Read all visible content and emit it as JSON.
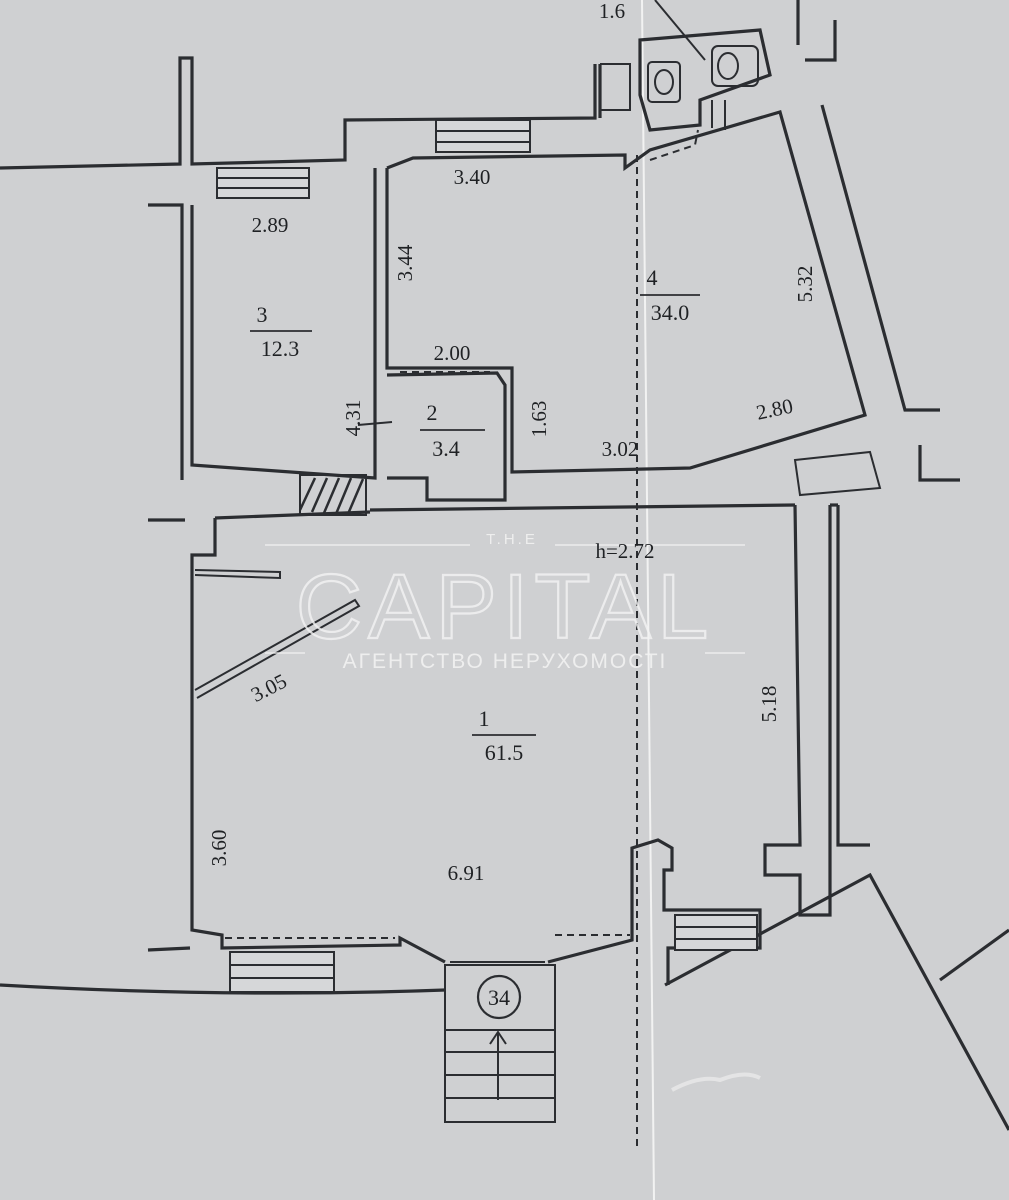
{
  "plan": {
    "ceiling_height": "h=2.72",
    "entrance_marker": "34",
    "rooms": [
      {
        "id": "1",
        "number": "1",
        "area": "61.5"
      },
      {
        "id": "2",
        "number": "2",
        "area": "3.4"
      },
      {
        "id": "3",
        "number": "3",
        "area": "12.3"
      },
      {
        "id": "4",
        "number": "4",
        "area": "34.0"
      }
    ],
    "dimensions": {
      "d_1_6": "1.6",
      "d_3_40": "3.40",
      "d_2_89": "2.89",
      "d_3_44": "3.44",
      "d_5_32": "5.32",
      "d_2_00": "2.00",
      "d_4_31": "4.31",
      "d_1_63": "1.63",
      "d_3_02": "3.02",
      "d_2_80": "2.80",
      "d_3_05": "3.05",
      "d_5_18": "5.18",
      "d_3_60": "3.60",
      "d_6_91": "6.91"
    }
  },
  "watermark": {
    "top": "T.H.E",
    "brand": "CAPITAL",
    "tagline": "АГЕНТСТВО НЕРУХОМОСТІ"
  },
  "colors": {
    "paper": "#cfd0d2",
    "ink": "#2b2d31",
    "watermark": "#f4f4f4"
  }
}
